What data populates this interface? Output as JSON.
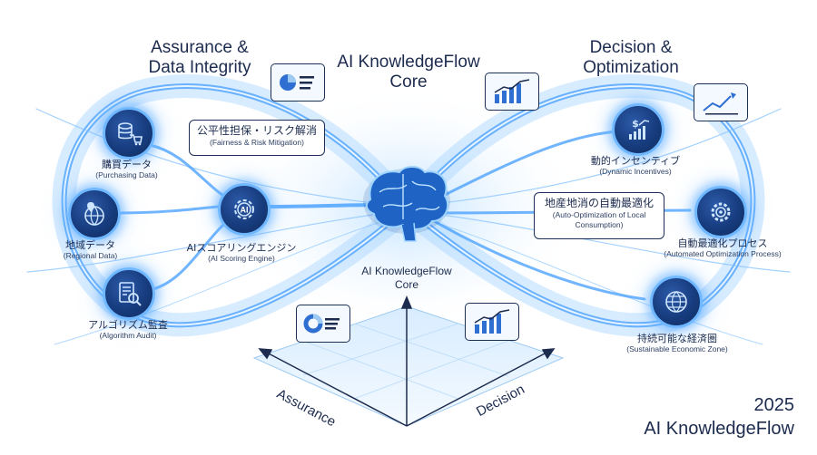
{
  "headings": {
    "left": "Assurance &\nData Integrity",
    "center": "AI KnowledgeFlow\nCore",
    "right": "Decision &\nOptimization"
  },
  "core_label": "AI KnowledgeFlow\nCore",
  "left_nodes": [
    {
      "jp": "購買データ",
      "en": "(Purchasing Data)",
      "icon": "database-cart-icon"
    },
    {
      "jp": "地域データ",
      "en": "(Regional Data)",
      "icon": "globe-pin-icon"
    },
    {
      "jp": "アルゴリズム監査",
      "en": "(Algorithm Audit)",
      "icon": "document-search-icon"
    }
  ],
  "ai_engine": {
    "jp": "AIスコアリングエンジン",
    "en": "(AI Scoring Engine)",
    "icon": "ai-gear-icon"
  },
  "right_nodes": [
    {
      "jp": "動的インセンティブ",
      "en": "(Dynamic Incentives)",
      "icon": "dollar-chart-icon"
    },
    {
      "jp": "自動最適化プロセス",
      "en": "(Automated Optimization Process)",
      "icon": "gear-target-icon"
    },
    {
      "jp": "持続可能な経済圏",
      "en": "(Sustainable Economic Zone)",
      "icon": "globe-icon"
    }
  ],
  "callouts": {
    "fairness": {
      "jp": "公平性担保・リスク解消",
      "en": "(Fairness & Risk Mitigation)"
    },
    "auto_opt": {
      "jp": "地産地消の自動最適化",
      "en": "(Auto-Optimization of Local\nConsumption)"
    }
  },
  "axes": {
    "assurance": "Assurance",
    "decision": "Decision"
  },
  "footer": {
    "year": "2025",
    "name": "AI KnowledgeFlow"
  },
  "colors": {
    "navy": "#1c2b4e",
    "node_fill": "#173c7e",
    "glow": "#6fb7ff",
    "flow": "#4da3ff"
  }
}
